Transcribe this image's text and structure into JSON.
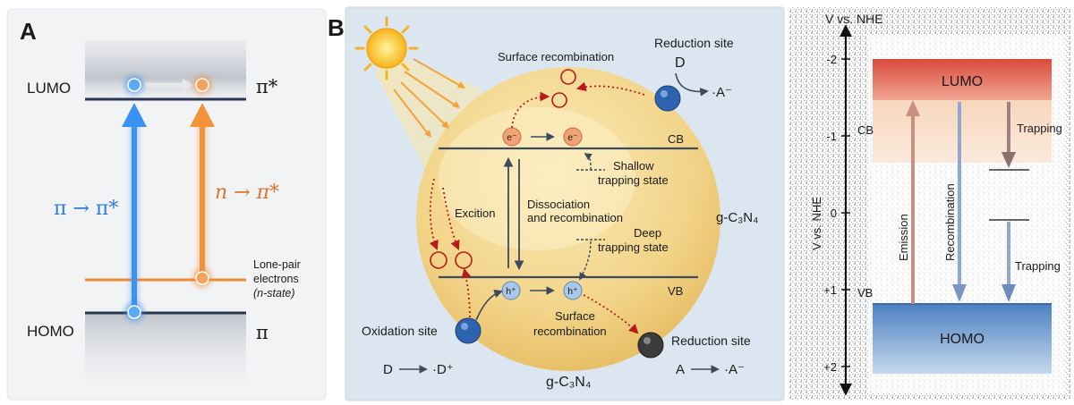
{
  "panel_a": {
    "letter": "A",
    "lumo": "LUMO",
    "homo": "HOMO",
    "pi_star": "π*",
    "pi": "π",
    "trans_pp": "π → π*",
    "trans_np": "n → π*",
    "lone_pair_1": "Lone-pair",
    "lone_pair_2": "electrons",
    "lone_pair_3": "(n-state)",
    "colors": {
      "blue": "#2f8bf0",
      "orange": "#f08a30",
      "level": "#2a3550"
    }
  },
  "panel_b": {
    "letter": "B",
    "surface_recomb_top": "Surface recombination",
    "reduction_site_top": "Reduction site",
    "d_top": "D",
    "a_top": "·A⁻",
    "e1": "e⁻",
    "e2": "e⁻",
    "cb": "CB",
    "vb": "VB",
    "shallow_1": "Shallow",
    "shallow_2": "trapping state",
    "exciton": "Excition",
    "dissoc_1": "Dissociation",
    "dissoc_2": "and recombination",
    "material_right": "g-C₃N₄",
    "deep_1": "Deep",
    "deep_2": "trapping state",
    "h1": "h⁺",
    "h2": "h⁺",
    "oxidation_site": "Oxidation site",
    "surface_recomb_b1": "Surface",
    "surface_recomb_b2": "recombination",
    "reduction_site_bottom": "Reduction site",
    "eq_left_d": "D",
    "eq_left_prod": "·D⁺",
    "material_bottom": "g-C₃N₄",
    "eq_right_a": "A",
    "eq_right_prod": "·A⁻",
    "colors": {
      "bg": "#dce6f0",
      "sphere": "#f3d791",
      "red_dots": "#b81a1a",
      "level": "#3c4a5c"
    }
  },
  "panel_c": {
    "axis_title_top": "V vs. NHE",
    "axis_title_side": "V vs. NHE",
    "ticks": [
      "-2",
      "-1",
      "0",
      "+1",
      "+2"
    ],
    "lumo": "LUMO",
    "homo": "HOMO",
    "cb": "CB",
    "vb": "VB",
    "emission": "Emission",
    "recombination": "Recombination",
    "trapping_top": "Trapping",
    "trapping_bottom": "Trapping",
    "colors": {
      "lumo": "#e0584a",
      "cb_band": "#f6c9a8",
      "homo": "#5c8ec8"
    }
  }
}
